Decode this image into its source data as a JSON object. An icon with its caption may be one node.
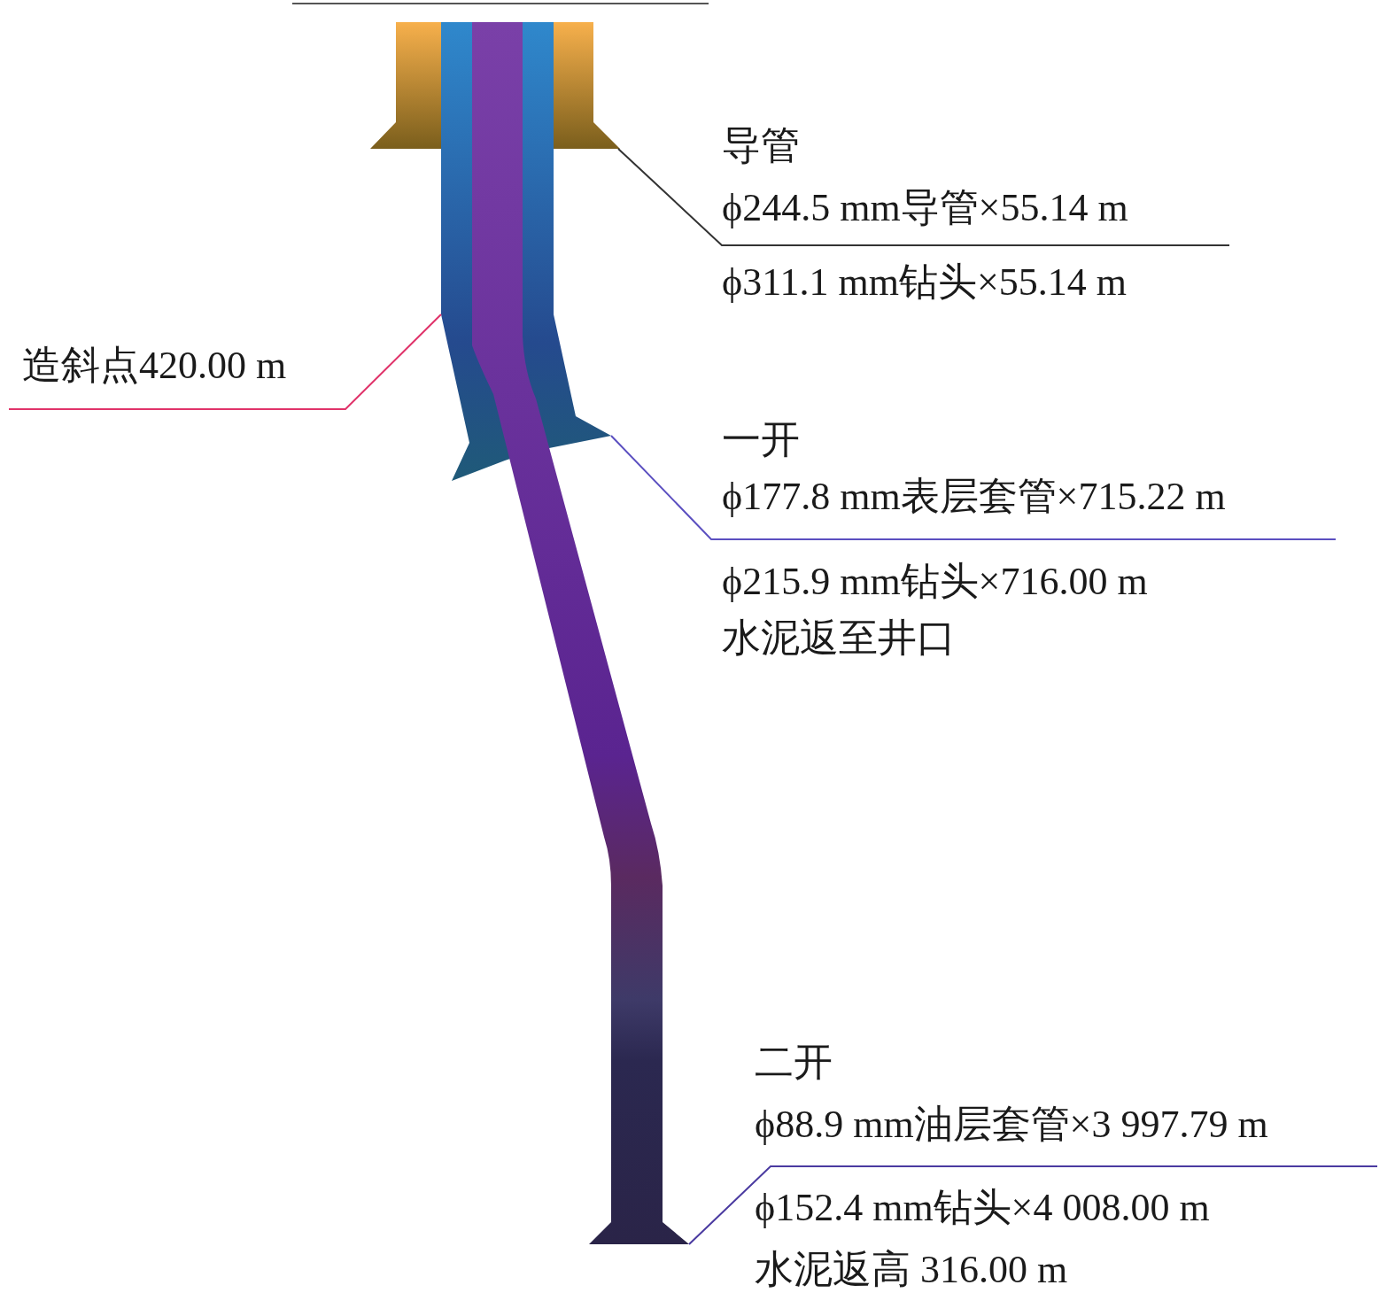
{
  "diagram": {
    "nodes": [
      {
        "text": [
          "导管",
          "ϕ244.5 mm导管×55.14 m",
          "ϕ311.1 mm钻头×55.14 m"
        ]
      },
      {
        "text": [
          "造斜点420.00 m"
        ]
      },
      {
        "text": [
          "一开",
          "ϕ177.8 mm表层套管×715.22 m",
          "ϕ215.9 mm钻头×716.00 m",
          "水泥返至井口"
        ]
      },
      {
        "text": [
          "二开",
          "ϕ88.9 mm油层套管×3 997.79 m",
          "ϕ152.4 mm钻头×4 008.00 m",
          "水泥返高 316.00 m"
        ]
      }
    ],
    "edges": [
      {
        "from": 0,
        "to": null,
        "arrow": "none",
        "color": "#333333"
      },
      {
        "from": 1,
        "to": null,
        "arrow": "none",
        "color": "#e0336a"
      },
      {
        "from": 2,
        "to": null,
        "arrow": "none",
        "color": "#5b4fc0"
      },
      {
        "from": 3,
        "to": null,
        "arrow": "none",
        "color": "#4a3aa0"
      }
    ]
  }
}
